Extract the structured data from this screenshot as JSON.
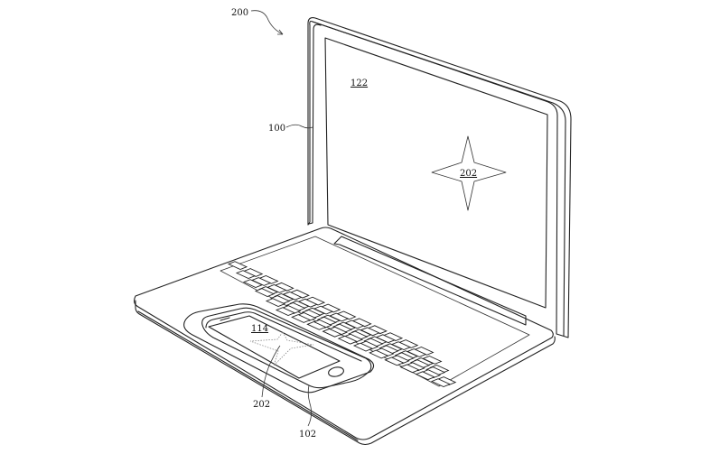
{
  "figure": {
    "labels": {
      "device_200": "200",
      "laptop_100": "100",
      "screen_122": "122",
      "star_screen_202": "202",
      "phone_screen_114": "114",
      "star_phone_202": "202",
      "trackpad_102": "102"
    },
    "underlined": [
      "122",
      "202",
      "114"
    ],
    "line_color": "#222222",
    "background": "#ffffff"
  }
}
